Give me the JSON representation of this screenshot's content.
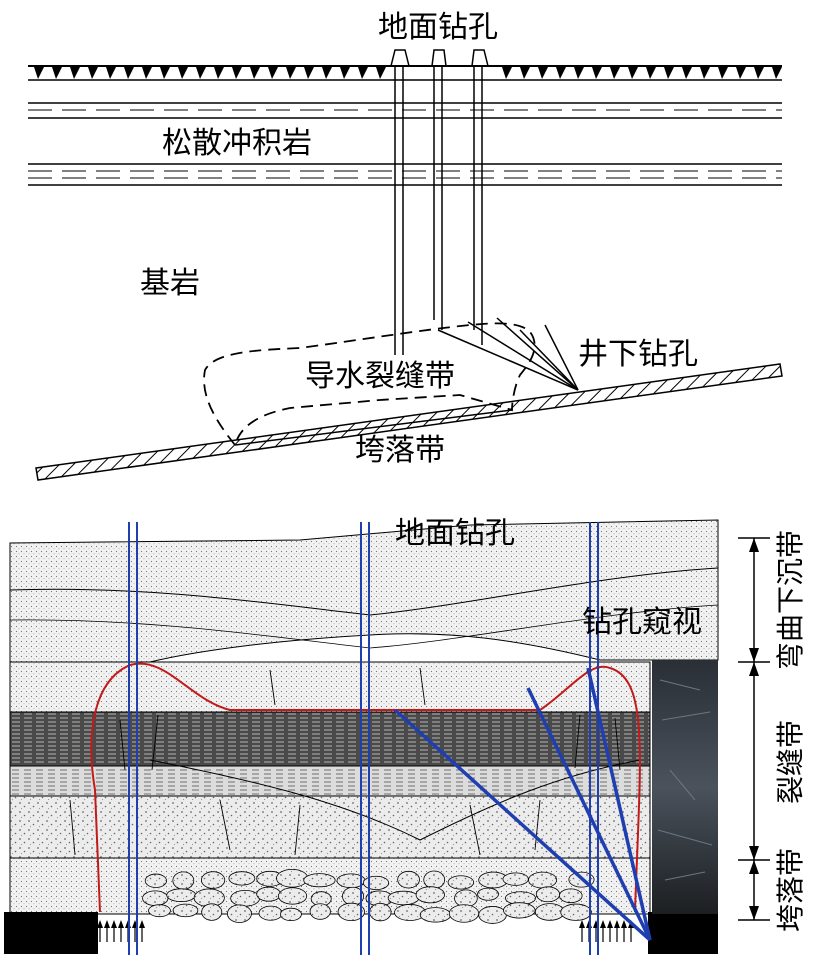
{
  "top_diagram": {
    "surface_boreholes_label": "地面钻孔",
    "loose_deposit_label": "松散冲积岩",
    "bedrock_label": "基岩",
    "fracture_zone_label": "导水裂缝带",
    "underground_borehole_label": "井下钻孔",
    "caving_zone_label": "垮落带"
  },
  "bottom_diagram": {
    "surface_boreholes_label": "地面钻孔",
    "borehole_viewing_label": "钻孔窥视",
    "zones": {
      "bending_zone": "弯曲下沉带",
      "fracture_zone": "裂缝带",
      "caving_zone": "垮落带"
    }
  },
  "colors": {
    "line": "#000000",
    "borehole_blue": "#1f3fb0",
    "fracture_red": "#c21a1a",
    "rock_fill": "#e9e9e9",
    "dark_layer": "#3a3a3a"
  }
}
